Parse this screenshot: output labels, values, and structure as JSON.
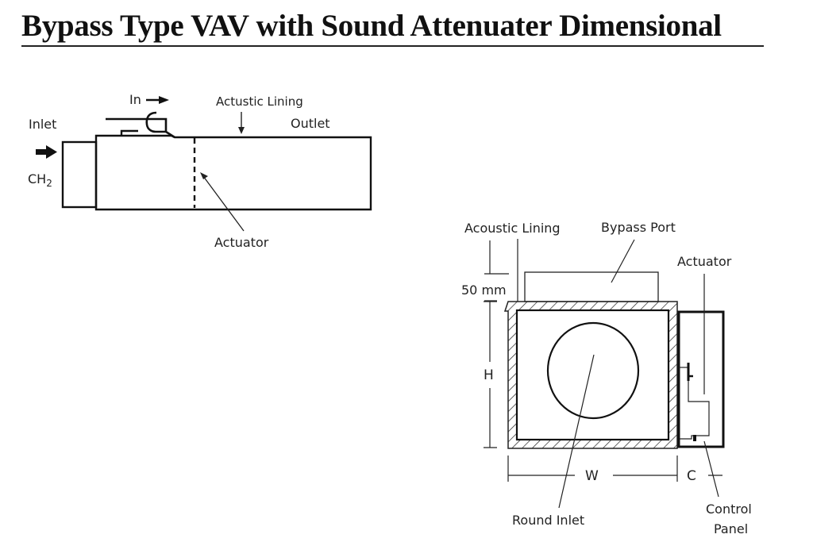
{
  "title": "Bypass Type VAV with Sound Attenuater Dimensional",
  "side_view": {
    "labels": {
      "in": "In",
      "acoustic_lining": "Actustic Lining",
      "inlet": "Inlet",
      "outlet": "Outlet",
      "ch2_main": "CH",
      "ch2_sub": "2",
      "actuator": "Actuator"
    }
  },
  "section_view": {
    "labels": {
      "acoustic_lining": "Acoustic Lining",
      "bypass_port": "Bypass Port",
      "actuator": "Actuator",
      "dim_50mm": "50 mm",
      "dim_h": "H",
      "dim_w": "W",
      "dim_c": "C",
      "round_inlet": "Round Inlet",
      "control_panel_line1": "Control",
      "control_panel_line2": "Panel"
    }
  },
  "colors": {
    "ink": "#111111",
    "thin": "#333333",
    "background": "#ffffff"
  }
}
